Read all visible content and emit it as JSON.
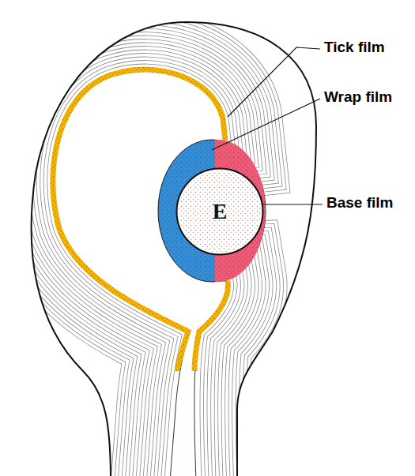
{
  "diagram": {
    "nodes": [
      {
        "text": [
          "E"
        ]
      }
    ],
    "labels": [
      "Tick film",
      "Wrap film",
      "Base film"
    ]
  }
}
